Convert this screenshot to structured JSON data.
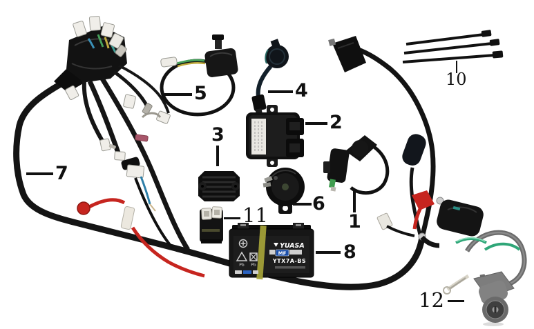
{
  "figure": {
    "type": "electrical-parts-diagram",
    "callouts": {
      "c1": "1",
      "c2": "2",
      "c3": "3",
      "c4": "4",
      "c5": "5",
      "c6": "6",
      "c7": "7",
      "c8": "8",
      "c10": "10",
      "c11": "11",
      "c12": "12"
    },
    "battery": {
      "brand": "YUASA",
      "badge": "MF",
      "model": "YTX7A-BS",
      "pb_left": "Pb",
      "pb_right": "Pb"
    },
    "icons": {
      "battery_plus": "plus-terminal-icon",
      "battery_recycle": "recycle-pb-icon",
      "battery_no_trash": "no-trash-pb-icon"
    },
    "colors": {
      "line_black": "#141414",
      "wire_red": "#c6251f",
      "wire_green": "#2fa678",
      "wire_blue": "#3a8fb5",
      "wire_yellow": "#c0aa3e",
      "tape_yellow": "#a6a438",
      "battery_badge_blue": "#1b4faa",
      "switch_grey": "#6b6b6b"
    }
  }
}
